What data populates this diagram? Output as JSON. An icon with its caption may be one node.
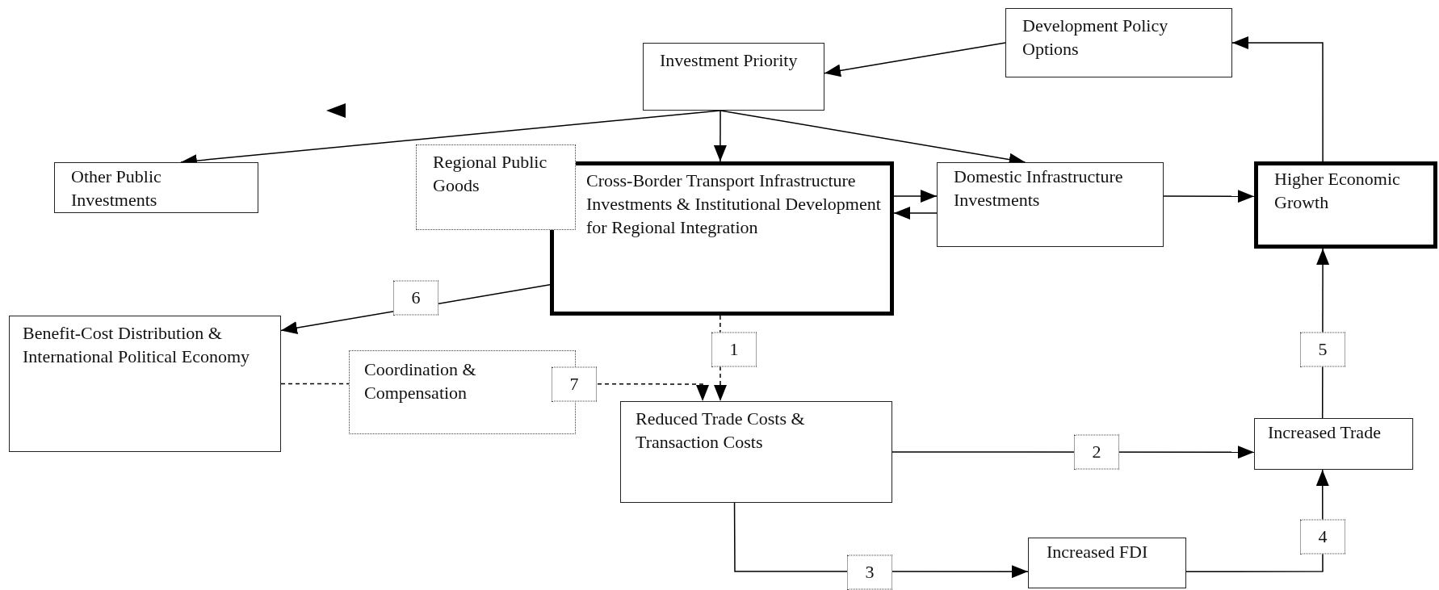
{
  "diagram": {
    "nodes": [
      {
        "text": [
          "Development Policy Options"
        ]
      },
      {
        "text": [
          "Investment Priority"
        ]
      },
      {
        "text": [
          "Other Public Investments"
        ]
      },
      {
        "text": [
          "Regional Public Goods"
        ]
      },
      {
        "text": [
          "Cross-Border Transport Infrastructure Investments & Institutional Development for Regional Integration"
        ]
      },
      {
        "text": [
          "Domestic Infrastructure Investments"
        ]
      },
      {
        "text": [
          "Higher Economic Growth"
        ]
      },
      {
        "text": [
          "Benefit-Cost Distribution & International Political Economy"
        ]
      },
      {
        "text": [
          "Coordination & Compensation"
        ]
      },
      {
        "text": [
          "Reduced Trade Costs & Transaction Costs"
        ]
      },
      {
        "text": [
          "Increased Trade"
        ]
      },
      {
        "text": [
          "Increased FDI"
        ]
      }
    ],
    "edges": [
      {
        "from": 0,
        "to": 1,
        "arrow": "to"
      },
      {
        "from": 1,
        "to": 2,
        "arrow": "to"
      },
      {
        "from": 1,
        "to": 4,
        "arrow": "to"
      },
      {
        "from": 1,
        "to": 5,
        "arrow": "to"
      },
      {
        "from": 4,
        "to": 5,
        "arrow": "to"
      },
      {
        "from": 5,
        "to": 4,
        "arrow": "to"
      },
      {
        "from": 5,
        "to": 6,
        "arrow": "to"
      },
      {
        "from": 6,
        "to": 0,
        "arrow": "to"
      },
      {
        "from": 4,
        "to": 7,
        "arrow": "to",
        "label": "6"
      },
      {
        "from": 4,
        "to": 9,
        "arrow": "to",
        "label": "1",
        "style": "dashed"
      },
      {
        "from": 7,
        "to": 8,
        "arrow": "none",
        "style": "dashed"
      },
      {
        "from": 8,
        "to": 9,
        "arrow": "to",
        "label": "7",
        "style": "dashed"
      },
      {
        "from": 9,
        "to": 10,
        "arrow": "to",
        "label": "2"
      },
      {
        "from": 9,
        "to": 11,
        "arrow": "to",
        "label": "3"
      },
      {
        "from": 11,
        "to": 10,
        "arrow": "to",
        "label": "4"
      },
      {
        "from": 10,
        "to": 6,
        "arrow": "to",
        "label": "5"
      }
    ]
  }
}
